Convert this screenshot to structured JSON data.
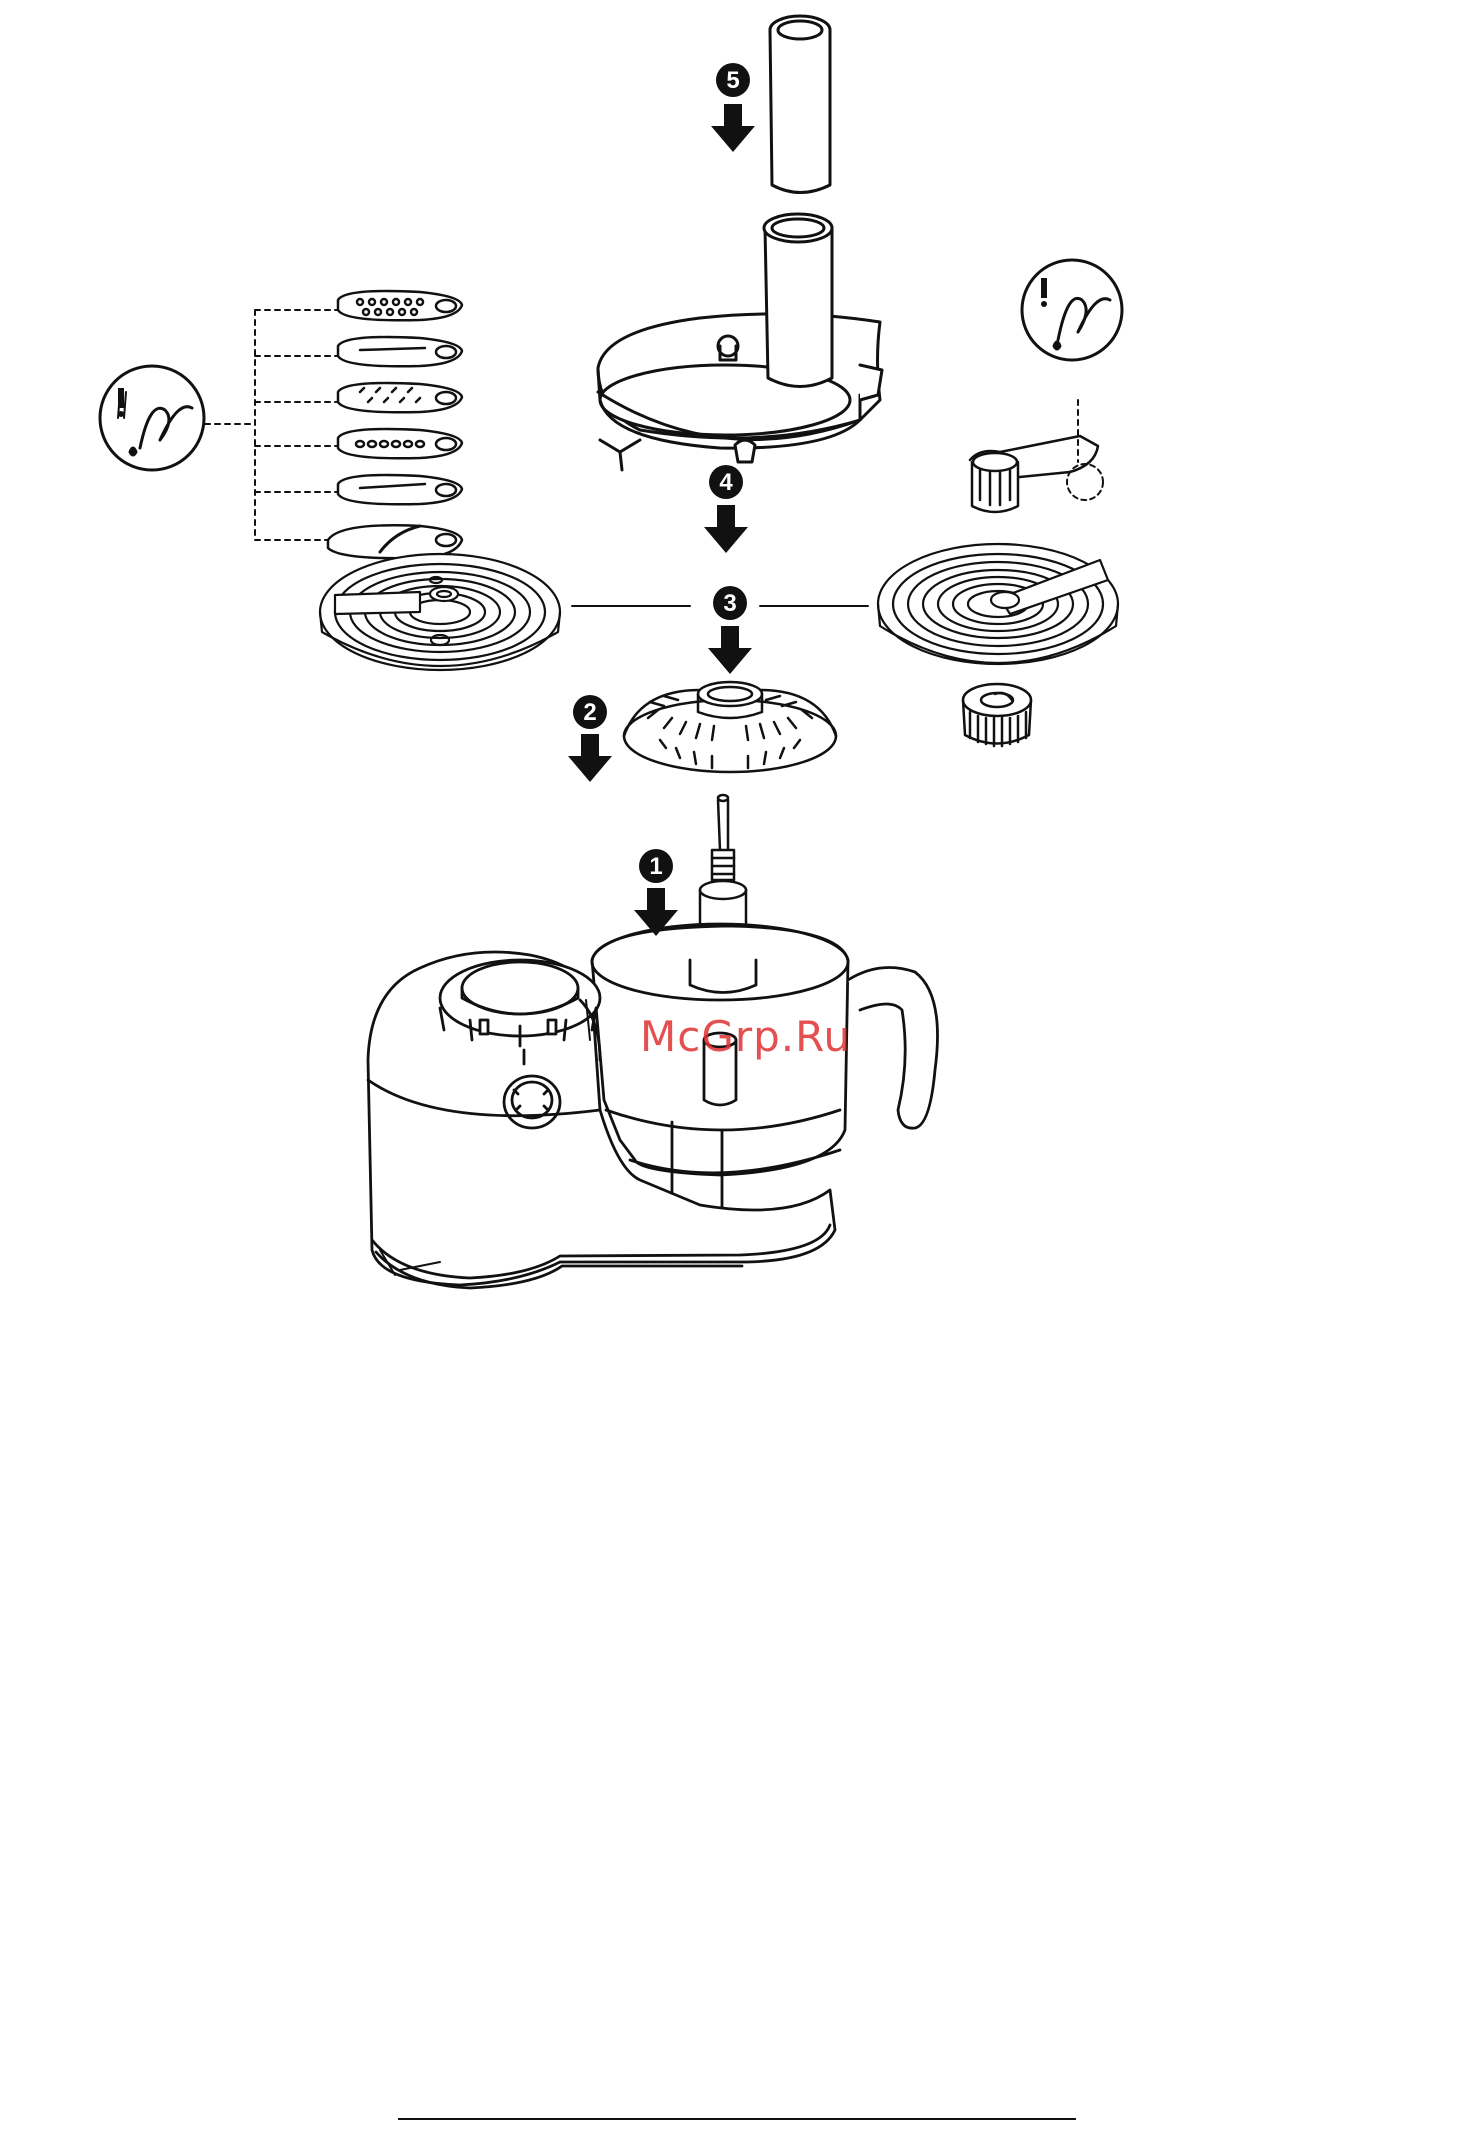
{
  "watermark": {
    "text": "McGrp.Ru",
    "color": "#e03131"
  },
  "steps": [
    {
      "number": "1",
      "icon": "arrow-down-icon"
    },
    {
      "number": "2",
      "icon": "arrow-down-icon"
    },
    {
      "number": "3",
      "icon": "arrow-down-icon"
    },
    {
      "number": "4",
      "icon": "arrow-down-icon"
    },
    {
      "number": "5",
      "icon": "arrow-down-icon"
    }
  ],
  "icons": {
    "warning_left": "warning-sharp-blade-icon",
    "warning_right": "warning-sharp-blade-icon"
  },
  "colors": {
    "line": "#111111",
    "fill": "#ffffff",
    "shade": "#d9d9d9"
  }
}
